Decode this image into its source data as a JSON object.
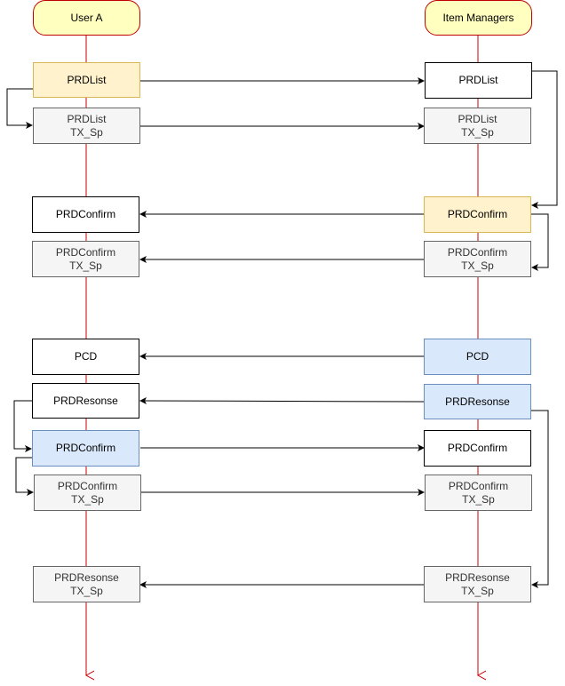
{
  "actors": {
    "left": "User A",
    "right": "Item Managers"
  },
  "colors": {
    "lifeline": "#cc0000",
    "arrow": "#000000",
    "actor_fill": "#ffffc0",
    "yellow_fill": "#fff2cc",
    "blue_fill": "#dae8fc",
    "gray_fill": "#f5f5f5"
  },
  "boxes": {
    "l_prdlist": {
      "line1": "PRDList",
      "line2": ""
    },
    "l_prdlist_tx": {
      "line1": "PRDList",
      "line2": "TX_Sp"
    },
    "l_prdconfirm": {
      "line1": "PRDConfirm",
      "line2": ""
    },
    "l_prdconfirm_tx": {
      "line1": "PRDConfirm",
      "line2": "TX_Sp"
    },
    "l_pcd": {
      "line1": "PCD",
      "line2": ""
    },
    "l_prdresonse": {
      "line1": "PRDResonse",
      "line2": ""
    },
    "l_prdconfirm2": {
      "line1": "PRDConfirm",
      "line2": ""
    },
    "l_prdconfirm2_tx": {
      "line1": "PRDConfirm",
      "line2": "TX_Sp"
    },
    "l_prdresonse_tx": {
      "line1": "PRDResonse",
      "line2": "TX_Sp"
    },
    "r_prdlist": {
      "line1": "PRDList",
      "line2": ""
    },
    "r_prdlist_tx": {
      "line1": "PRDList",
      "line2": "TX_Sp"
    },
    "r_prdconfirm": {
      "line1": "PRDConfirm",
      "line2": ""
    },
    "r_prdconfirm_tx": {
      "line1": "PRDConfirm",
      "line2": "TX_Sp"
    },
    "r_pcd": {
      "line1": "PCD",
      "line2": ""
    },
    "r_prdresonse": {
      "line1": "PRDResonse",
      "line2": ""
    },
    "r_prdconfirm2": {
      "line1": "PRDConfirm",
      "line2": ""
    },
    "r_prdconfirm2_tx": {
      "line1": "PRDConfirm",
      "line2": "TX_Sp"
    },
    "r_prdresonse_tx": {
      "line1": "PRDResonse",
      "line2": "TX_Sp"
    }
  }
}
